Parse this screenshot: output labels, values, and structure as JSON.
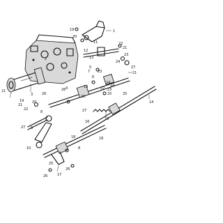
{
  "callouts": {
    "c1": "1",
    "c2": "2",
    "c3": "3",
    "c4": "4",
    "c5": "5",
    "c6": "6",
    "c7": "7",
    "c8": "8",
    "c9": "9",
    "c10": "10",
    "c11": "11",
    "c12": "12",
    "c13": "13",
    "c14": "14",
    "c15": "15",
    "c16": "16",
    "c17": "17",
    "c18": "18",
    "c19": "19",
    "c20": "20",
    "c21": "21",
    "c22": "22",
    "c23": "23",
    "c24": "24",
    "c25": "25",
    "c26": "26",
    "c27": "27"
  },
  "extra": {
    "l19b": "19",
    "l20b": "20",
    "l21b": "21",
    "l22b": "22",
    "l23b": "23",
    "l24b": "24",
    "l25b": "25",
    "l26b": "26",
    "l27b": "27",
    "l8b": "8",
    "l19c": "19",
    "l20c": "20",
    "l21c": "21",
    "l21d": "21",
    "l22c": "22",
    "l23c": "23",
    "l24c": "24",
    "l26c": "26",
    "l18b": "18",
    "l25c": "25",
    "l26d": "26",
    "l27c": "27"
  }
}
